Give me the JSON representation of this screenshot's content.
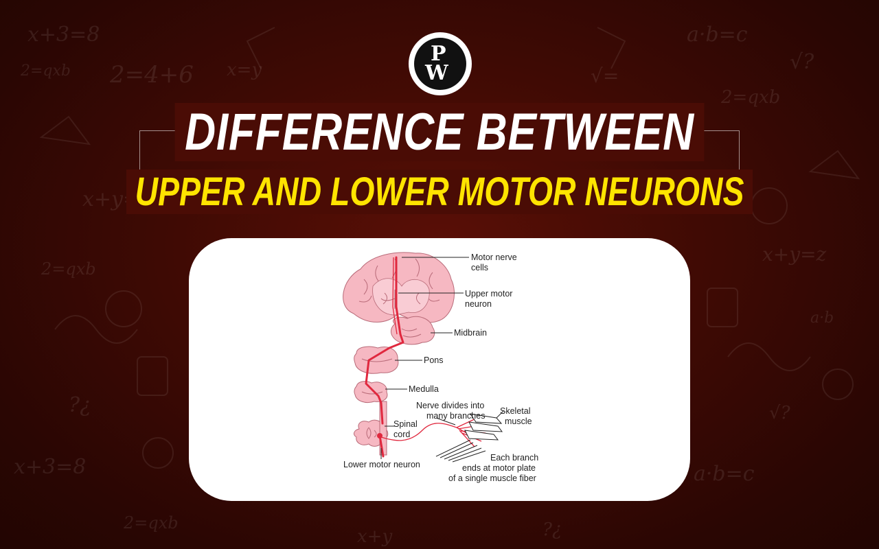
{
  "header": {
    "logo_letters": [
      "P",
      "W"
    ],
    "title_line1": "DIFFERENCE BETWEEN",
    "title_line2": "UPPER AND LOWER MOTOR NEURONS"
  },
  "diagram": {
    "labels": {
      "motor_nerve_cells": [
        "Motor nerve",
        "cells"
      ],
      "upper_motor_neuron": [
        "Upper motor",
        "neuron"
      ],
      "midbrain": "Midbrain",
      "pons": "Pons",
      "medulla": "Medulla",
      "spinal_cord": [
        "Spinal",
        "cord"
      ],
      "nerve_divides": [
        "Nerve divides into",
        "many branches"
      ],
      "skeletal_muscle": [
        "Skeletal",
        "muscle"
      ],
      "lower_motor_neuron": "Lower motor neuron",
      "each_branch": [
        "Each branch",
        "ends at motor plate",
        "of a single muscle fiber"
      ]
    }
  },
  "colors": {
    "background": "#3e0a04",
    "title_white": "#ffffff",
    "title_yellow": "#ffe400",
    "neuron_red": "#e0283e",
    "tissue_pink": "#f6b8c2"
  }
}
